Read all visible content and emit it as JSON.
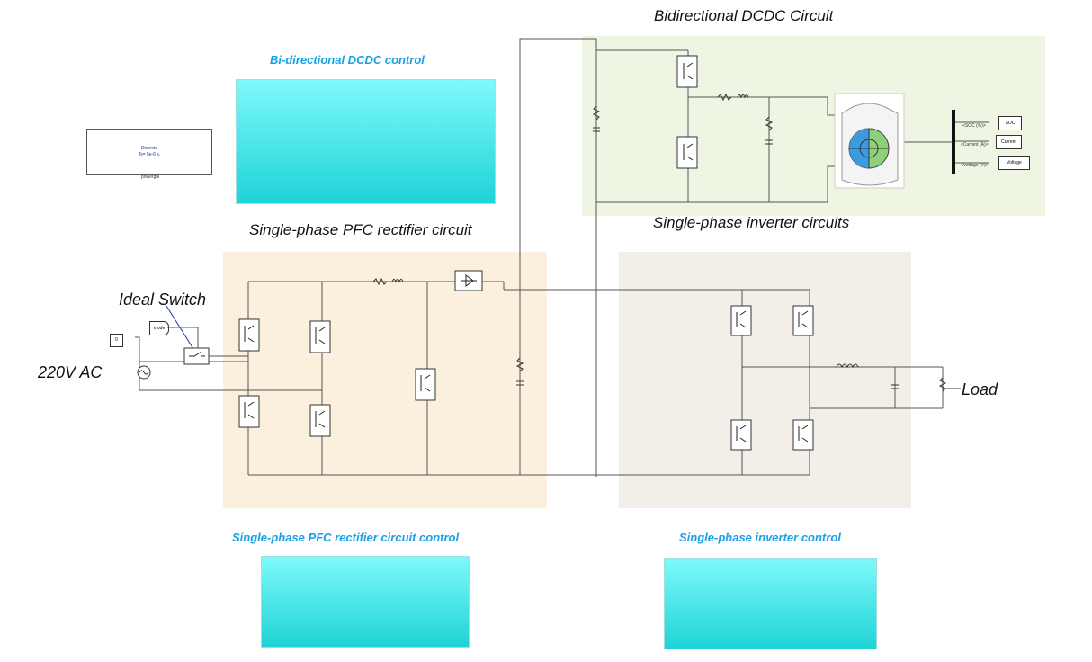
{
  "titles": {
    "bidir_circuit": "Bidirectional DCDC Circuit",
    "bidir_control": "Bi-directional DCDC control",
    "pfc_circuit": "Single-phase PFC rectifier circuit",
    "inverter_circuit": "Single-phase inverter circuits",
    "pfc_control": "Single-phase PFC rectifier circuit control",
    "inverter_control": "Single-phase inverter control"
  },
  "annotations": {
    "ideal_switch": "Ideal Switch",
    "ac_source": "220V AC",
    "load": "Load"
  },
  "blocks": {
    "powergui_line1": "Discrete",
    "powergui_line2": "Ts= 5e-6 s.",
    "powergui_caption": "powergui",
    "mode_tag": "mode",
    "const_value": "0",
    "soc_tag": "SOC",
    "current_tag": "Current",
    "voltage_tag": "Voltage",
    "bus_soc": "<SOC (%)>",
    "bus_current": "<Current (A)>",
    "bus_voltage": "<Voltage (V)>"
  },
  "colors": {
    "cyan_panel": "#7ef9fb",
    "green_region": "#eef5e2",
    "orange_region": "#fbf0dd",
    "gray_region": "#f3efe8",
    "blue_title": "#1aa0e6"
  },
  "icons": {
    "battery": "battery-icon",
    "igbt": "igbt-icon",
    "ac_source": "ac-source-icon"
  }
}
